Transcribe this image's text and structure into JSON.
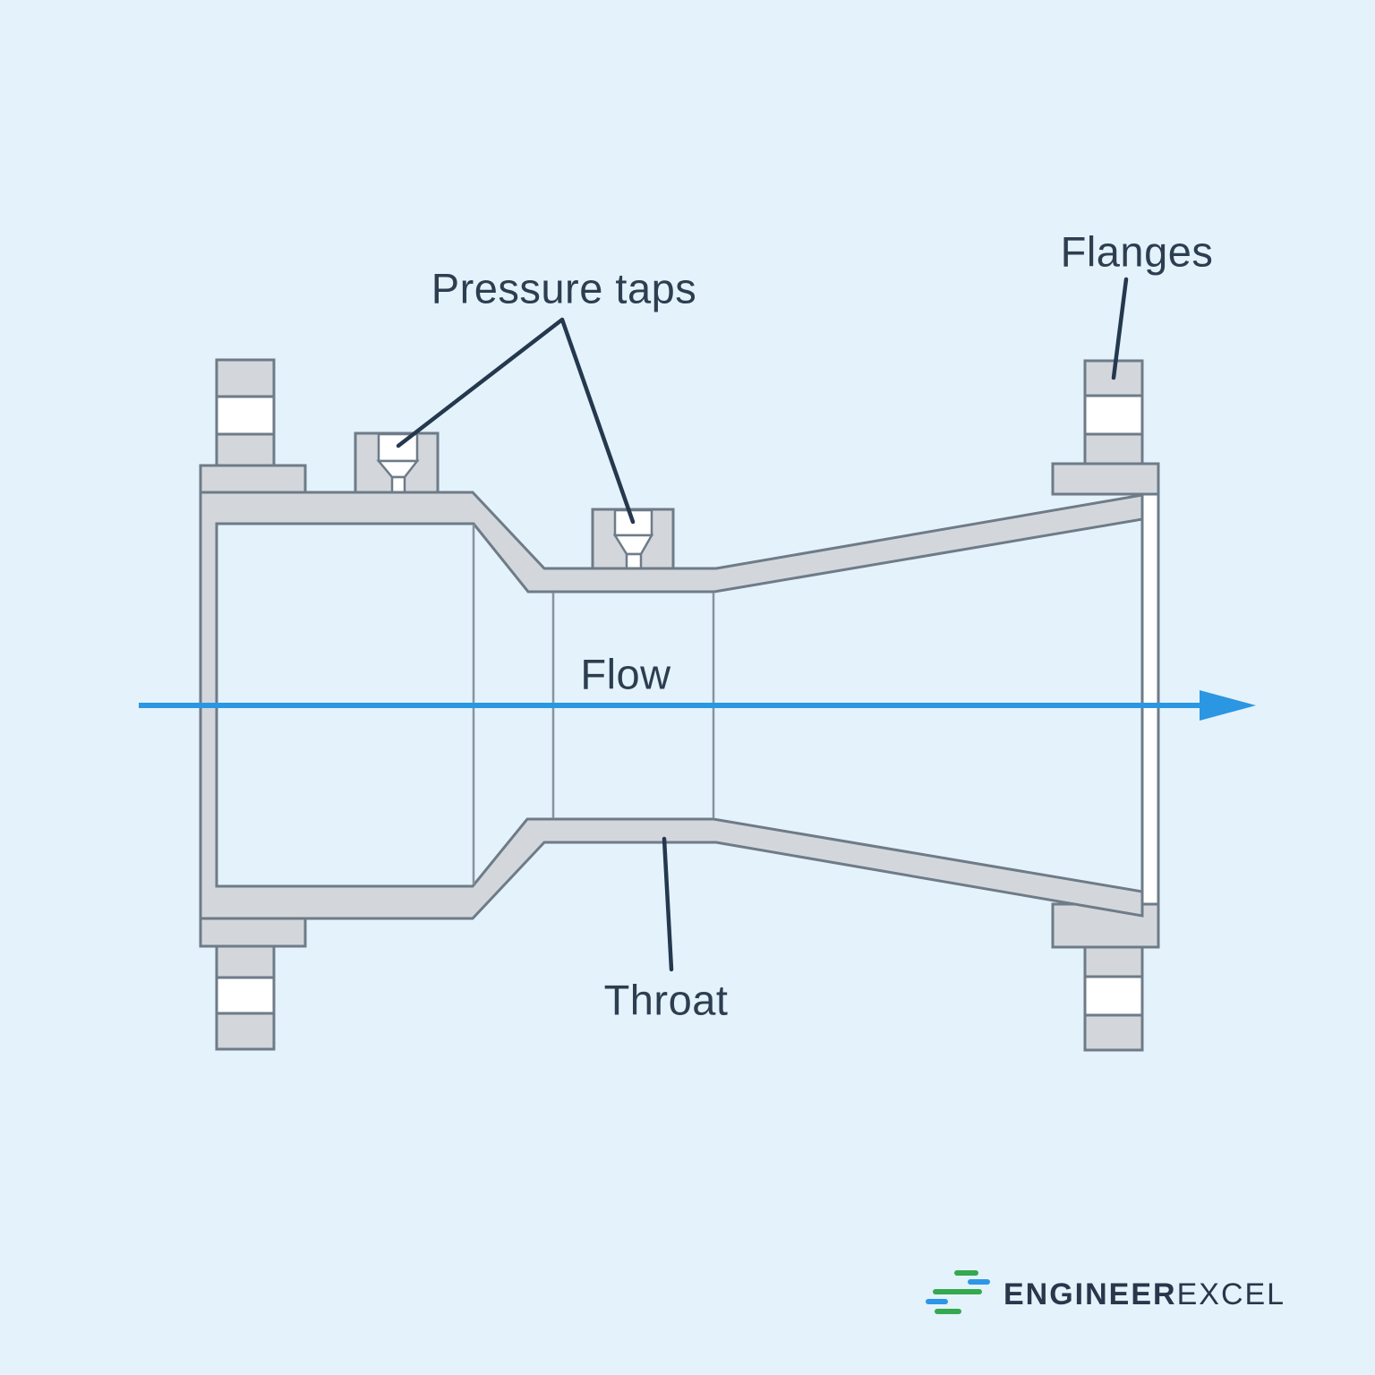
{
  "page": {
    "background_color": "#E4F2FB"
  },
  "diagram": {
    "type": "venturi-flow-meter-cross-section",
    "labels": {
      "pressure_taps": "Pressure taps",
      "flanges": "Flanges",
      "flow": "Flow",
      "throat": "Throat"
    },
    "colors": {
      "pipe_wall_fill": "#D3D7DC",
      "pipe_wall_outline": "#6E7B88",
      "interior_fill": "#FFFFFF",
      "divider_line": "#8793A0",
      "label_text": "#2C3E50",
      "leader_line": "#24384E",
      "flow_arrow": "#2B96E2"
    },
    "icons": {
      "flow_arrow": "right-arrow-icon"
    }
  },
  "logo": {
    "brand_bold": "ENGINEER",
    "brand_regular": "EXCEL",
    "text_color": "#28374B",
    "bar_colors": {
      "green": "#34A94F",
      "blue": "#2E96E8"
    },
    "icon": "stacked-bars-icon"
  }
}
